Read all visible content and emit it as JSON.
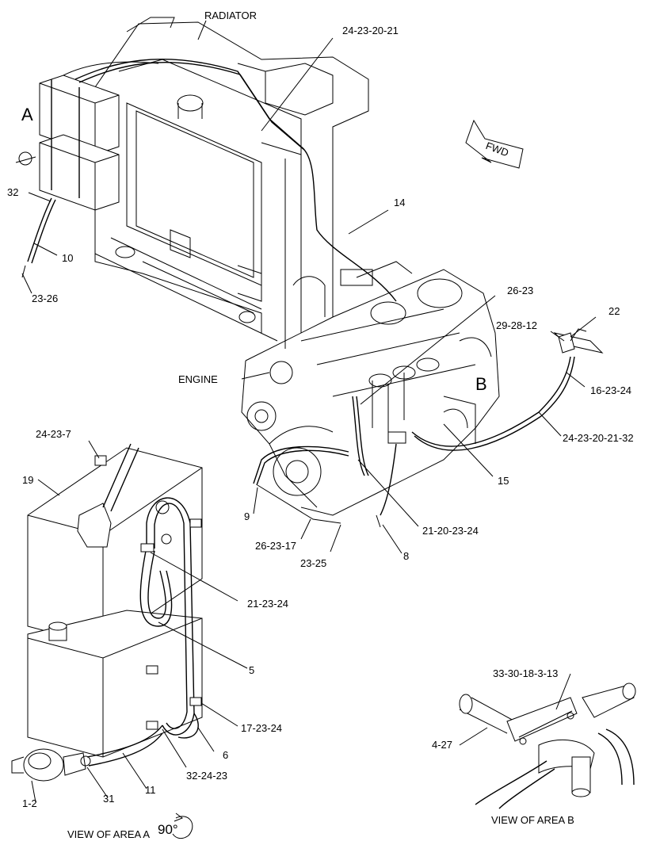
{
  "labels": {
    "radiator": "RADIATOR",
    "engine": "ENGINE",
    "area_a": "A",
    "area_b": "B",
    "fwd": "FWD",
    "view_a": "VIEW OF AREA A",
    "view_b": "VIEW OF AREA B",
    "rotation": "90°"
  },
  "callouts": [
    {
      "id": "c-24-23-20-21",
      "text": "24-23-20-21"
    },
    {
      "id": "c-14",
      "text": "14"
    },
    {
      "id": "c-26-23-top",
      "text": "26-23"
    },
    {
      "id": "c-22",
      "text": "22"
    },
    {
      "id": "c-29-28-12",
      "text": "29-28-12"
    },
    {
      "id": "c-16-23-24",
      "text": "16-23-24"
    },
    {
      "id": "c-24-23-20-21-32",
      "text": "24-23-20-21-32"
    },
    {
      "id": "c-15",
      "text": "15"
    },
    {
      "id": "c-21-20-23-24",
      "text": "21-20-23-24"
    },
    {
      "id": "c-8",
      "text": "8"
    },
    {
      "id": "c-9",
      "text": "9"
    },
    {
      "id": "c-26-23-17",
      "text": "26-23-17"
    },
    {
      "id": "c-23-25",
      "text": "23-25"
    },
    {
      "id": "c-32",
      "text": "32"
    },
    {
      "id": "c-10",
      "text": "10"
    },
    {
      "id": "c-23-26",
      "text": "23-26"
    },
    {
      "id": "c-24-23-7",
      "text": "24-23-7"
    },
    {
      "id": "c-19",
      "text": "19"
    },
    {
      "id": "c-21-23-24",
      "text": "21-23-24"
    },
    {
      "id": "c-5",
      "text": "5"
    },
    {
      "id": "c-17-23-24",
      "text": "17-23-24"
    },
    {
      "id": "c-6",
      "text": "6"
    },
    {
      "id": "c-32-24-23",
      "text": "32-24-23"
    },
    {
      "id": "c-11",
      "text": "11"
    },
    {
      "id": "c-31",
      "text": "31"
    },
    {
      "id": "c-1-2",
      "text": "1-2"
    },
    {
      "id": "c-33-30-18-3-13",
      "text": "33-30-18-3-13"
    },
    {
      "id": "c-4-27",
      "text": "4-27"
    }
  ]
}
